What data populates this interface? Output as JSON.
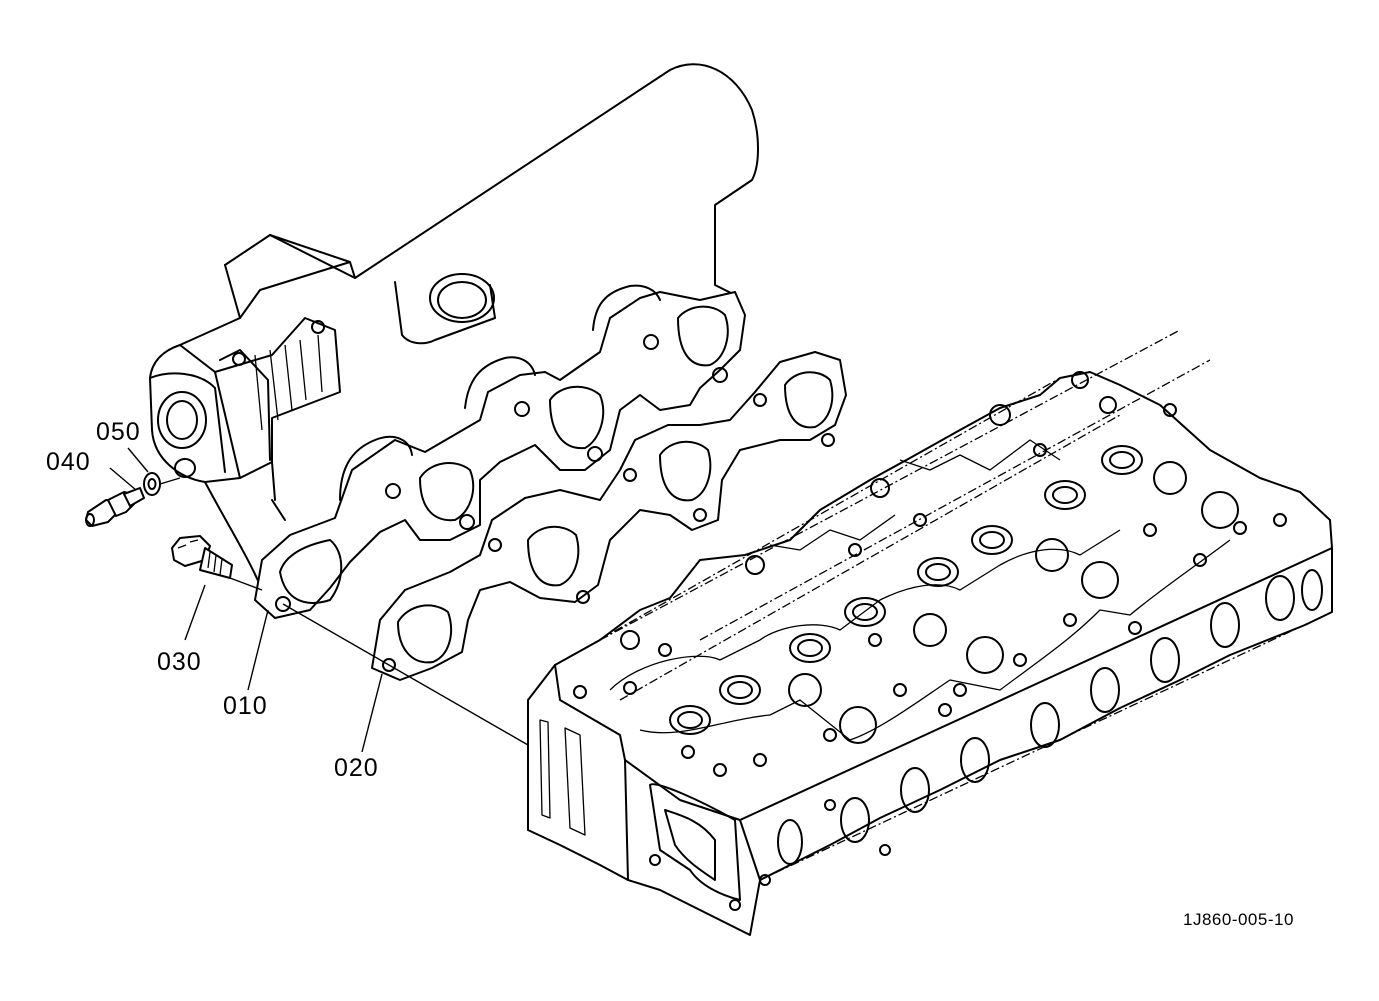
{
  "callouts": {
    "c010": "010",
    "c020": "020",
    "c030": "030",
    "c040": "040",
    "c050": "050"
  },
  "drawing_ref": "1J860-005-10",
  "parts": {
    "manifold": "exhaust-manifold",
    "gasket": "manifold-gasket",
    "head": "cylinder-head",
    "bolt": "stud-bolt",
    "nipple": "hose-nipple",
    "washer": "washer"
  }
}
